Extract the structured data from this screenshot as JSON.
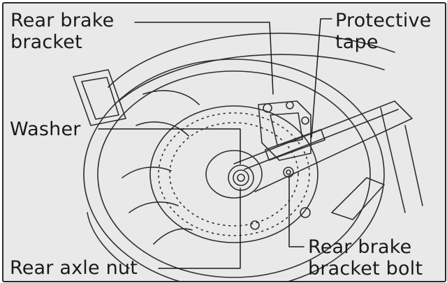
{
  "callouts": {
    "rear_brake_bracket": [
      "Rear brake",
      "bracket"
    ],
    "protective_tape": [
      "Protective",
      "tape"
    ],
    "washer": "Washer",
    "rear_axle_nut": "Rear axle nut",
    "rear_brake_bracket_bolt": [
      "Rear brake",
      "bracket bolt"
    ]
  },
  "colors": {
    "background": "#e9e9e9",
    "frame": "#2a2a2a",
    "line_art": "#2f2f2f",
    "label_text": "#1a1a1a"
  }
}
